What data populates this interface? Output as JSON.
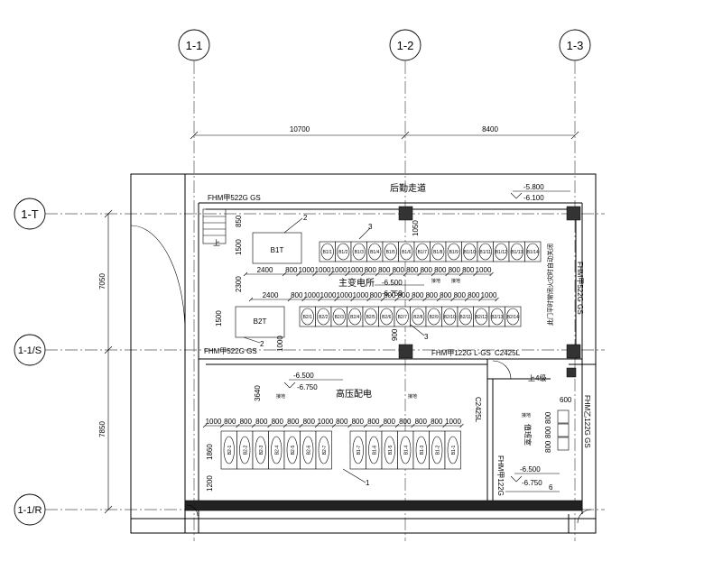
{
  "axes": {
    "vertical": [
      {
        "id": "ax-1-1",
        "label": "1-1"
      },
      {
        "id": "ax-1-2",
        "label": "1-2"
      },
      {
        "id": "ax-1-3",
        "label": "1-3"
      }
    ],
    "horizontal": [
      {
        "id": "ax-1-T",
        "label": "1-T"
      },
      {
        "id": "ax-1-1S",
        "label": "1-1/S"
      },
      {
        "id": "ax-1-1R",
        "label": "1-1/R"
      }
    ]
  },
  "dimensions": {
    "top": [
      "10700",
      "8400"
    ],
    "left": [
      "7050",
      "7850"
    ]
  },
  "rooms": {
    "corridor": "后勤走道",
    "main_substation": "主变电所",
    "hv_distribution": "高压配电",
    "duty_room": "值班室",
    "stairs_up": "上4级"
  },
  "levels": {
    "corridor_top": "-5.800",
    "corridor_bottom": "-6.100",
    "sub_top": "-6.500",
    "sub_bottom": "-6.750",
    "hv_top": "-6.500",
    "hv_bottom": "-6.750",
    "duty_top": "-6.500",
    "duty_bottom": "-6.750"
  },
  "doors": {
    "fhm_top_left": "FHM甲522G GS",
    "fhm_mid_left": "FHM甲522G GS",
    "fhm_mid_center": "FHM甲122G L-GS",
    "c2425l_center": "C2425L",
    "c2425l_vertical": "C2425L",
    "fhm_duty_bottom": "FHM甲122G",
    "fhm_right_a": "FHM甲522G GS",
    "fhm_right_b": "FHM乙122G GS",
    "right_vertical_note": "此门平时常闭火灾时自动关闭"
  },
  "transformers": [
    {
      "label": "B1T"
    },
    {
      "label": "B2T"
    }
  ],
  "leaders": {
    "t1": "2",
    "t2": "2",
    "c1": "3",
    "c2": "3",
    "hv": "1",
    "duty": "6"
  },
  "cabinets": {
    "row_b1": [
      "B1/1",
      "B1/2",
      "B1/3",
      "B1/4",
      "B1/5",
      "B1/6",
      "B1/7",
      "B1/8",
      "B1/9",
      "B1/10",
      "B1/11",
      "B1/12",
      "B1/13",
      "B1/14"
    ],
    "row_b2": [
      "B2/1",
      "B2/2",
      "B2/3",
      "B2/4",
      "B2/5",
      "B2/6",
      "B2/7",
      "B2/8",
      "B2/9",
      "B2/10",
      "B2/11",
      "B2/12",
      "B2/13",
      "B2/14"
    ],
    "hv_left": [
      "B2-1",
      "B2-2",
      "B2-3",
      "B2-4",
      "B2-5",
      "B2-6",
      "B2-7"
    ],
    "hv_right": [
      "B1-7",
      "B1-6",
      "B1-5",
      "B1-4",
      "B1-3",
      "B1-2",
      "B1-1"
    ]
  },
  "row1_dims": [
    "2400",
    "800",
    "1000",
    "1000",
    "1000",
    "1000",
    "800",
    "800",
    "800",
    "800",
    "800",
    "800",
    "800",
    "800",
    "1000"
  ],
  "row2_dims": [
    "2400",
    "800",
    "1000",
    "1000",
    "1000",
    "1000",
    "800",
    "800",
    "800",
    "800",
    "800",
    "800",
    "800",
    "800",
    "1000"
  ],
  "hv_dims": [
    "1000",
    "800",
    "800",
    "800",
    "800",
    "800",
    "800",
    "1000",
    "800",
    "800",
    "800",
    "800",
    "800",
    "800",
    "800",
    "1000"
  ],
  "misc_dims": {
    "d850": "850",
    "d1500a": "1500",
    "d2300": "2300",
    "d1500b": "1500",
    "d1000": "1000",
    "d1050": "1050",
    "d900": "900",
    "d3640": "3640",
    "d1860": "1860",
    "d1200": "1200",
    "d600": "600",
    "d800a": "800",
    "d800b": "800",
    "d800c": "800"
  },
  "small_marks": {
    "mark_a": "接地",
    "mark_b": "接地",
    "mark_c": "接地",
    "mark_d": "接地",
    "mark_e": "接地",
    "up_arrow": "上"
  }
}
